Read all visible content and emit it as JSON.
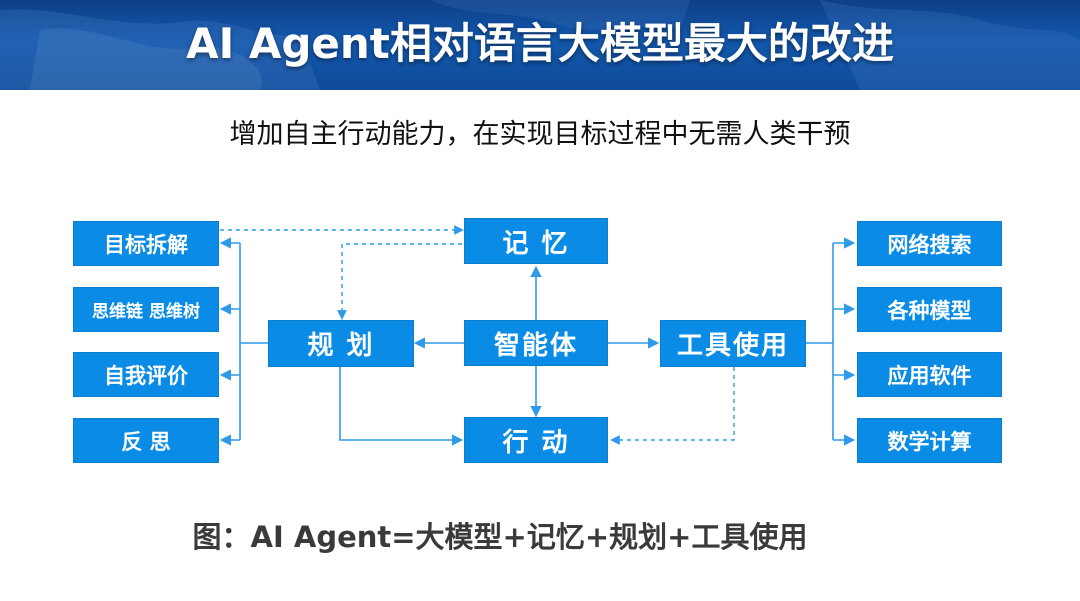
{
  "header": {
    "title": "AI Agent相对语言大模型最大的改进"
  },
  "subtitle": "增加自主行动能力，在实现目标过程中无需人类干预",
  "diagram": {
    "left": [
      "目标拆解",
      "思维链 思维树",
      "自我评价",
      "反 思"
    ],
    "center": {
      "memory": "记 忆",
      "planning": "规 划",
      "agent": "智能体",
      "tools": "工具使用",
      "action": "行 动"
    },
    "right": [
      "网络搜索",
      "各种模型",
      "应用软件",
      "数学计算"
    ]
  },
  "caption": "图：AI Agent=大模型+记忆+规划+工具使用",
  "colors": {
    "box": "#0a8ce6",
    "header": "#1358ad",
    "line": "#2f9be8"
  }
}
